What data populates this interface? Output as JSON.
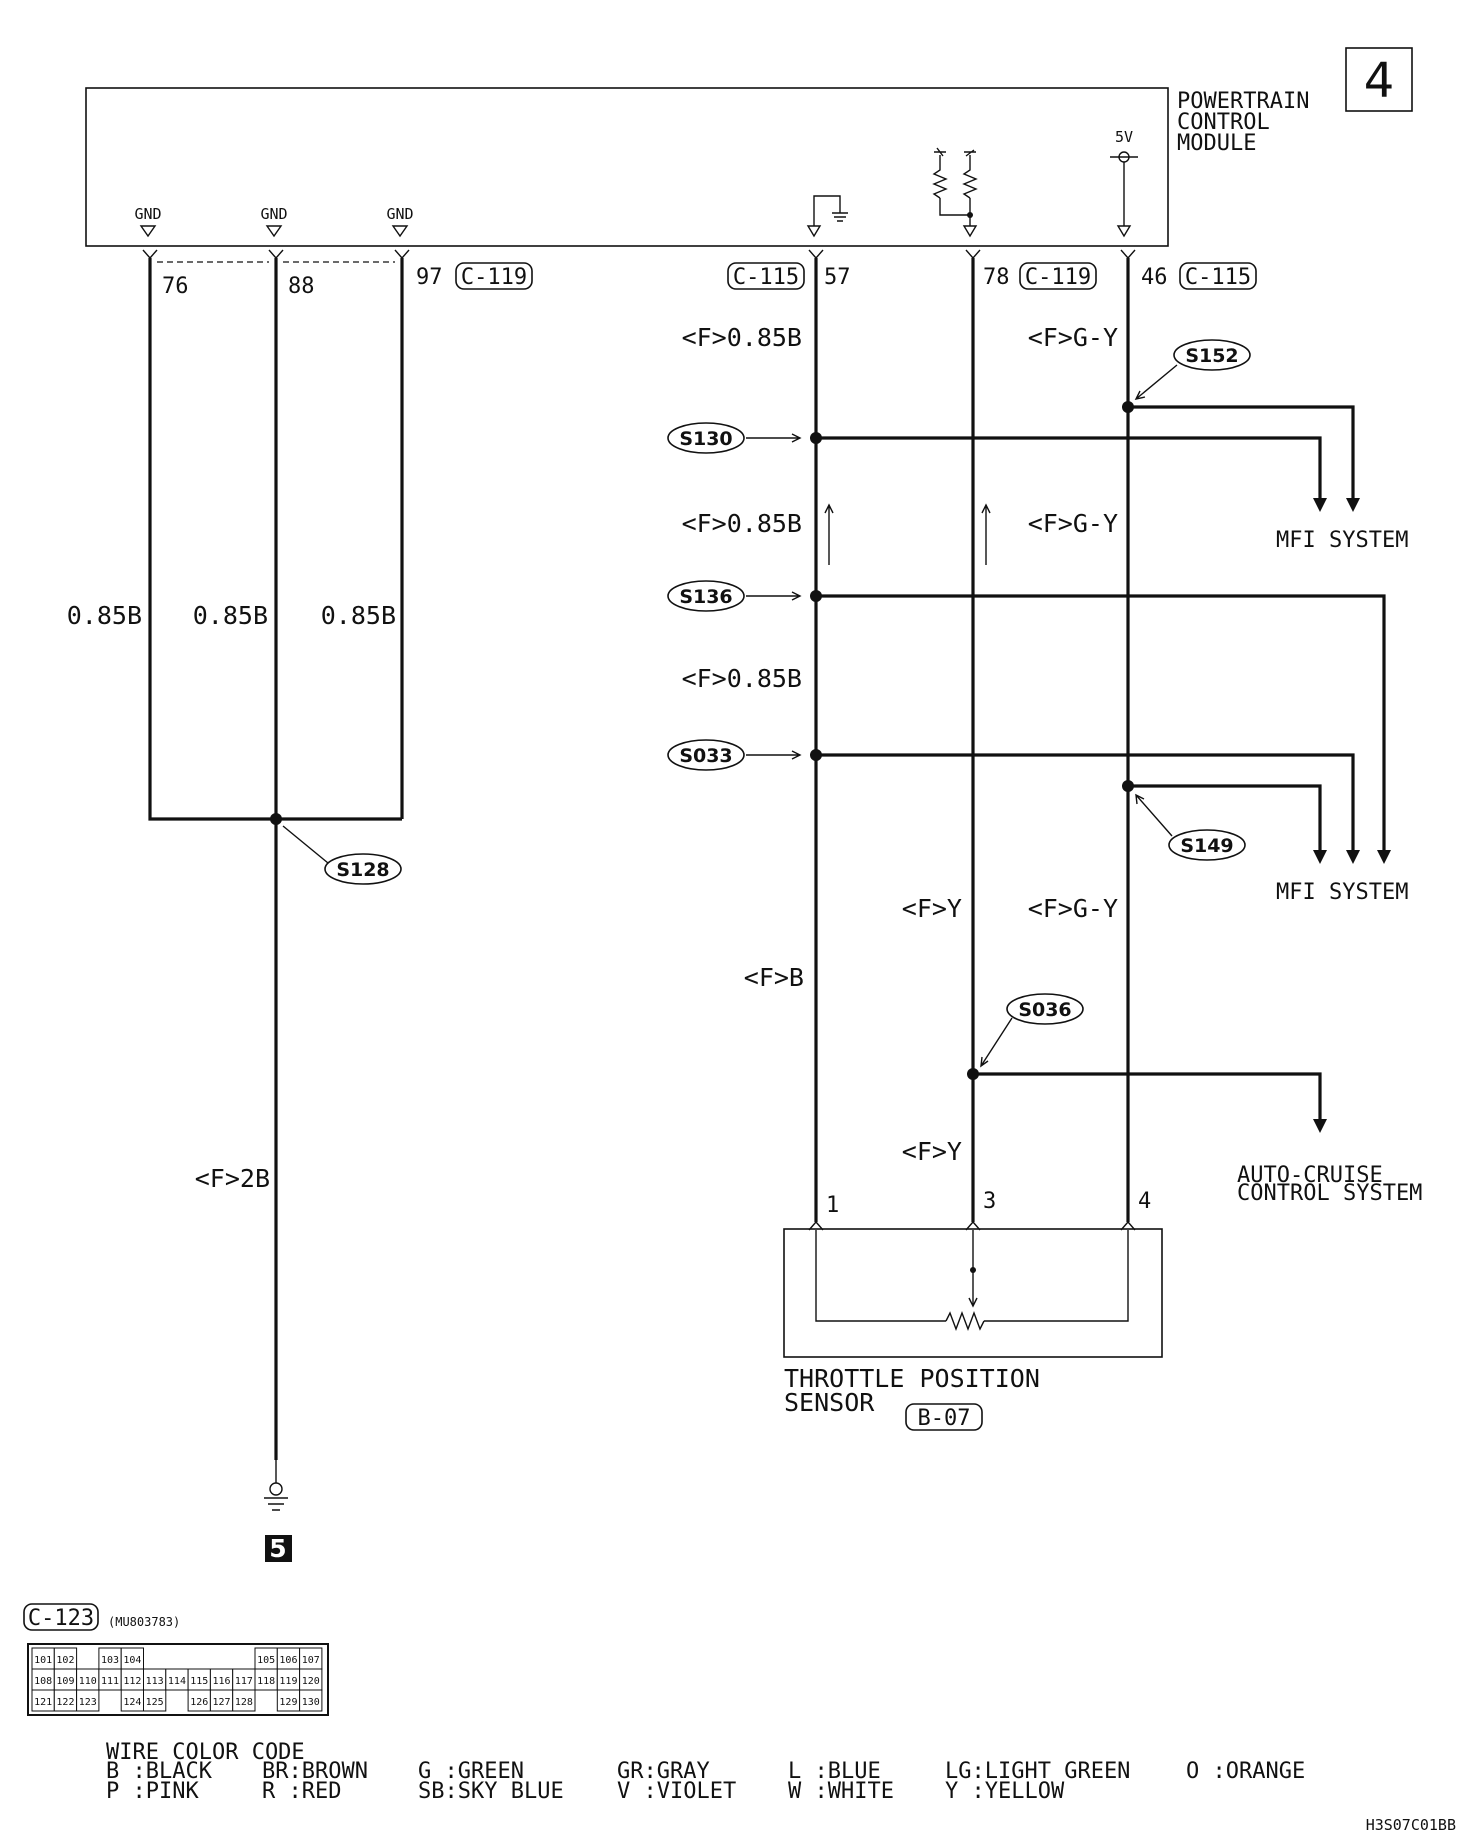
{
  "page_number": "4",
  "pcm": {
    "title_lines": [
      "POWERTRAIN",
      "CONTROL",
      "MODULE"
    ],
    "gnd_label": "GND",
    "vref_label": "5V"
  },
  "pins": {
    "p76": "76",
    "p88": "88",
    "p97": "97",
    "p57": "57",
    "p78": "78",
    "p46": "46",
    "s1": "1",
    "s3": "3",
    "s4": "4"
  },
  "connectors": {
    "c119_a": "C-119",
    "c115_a": "C-115",
    "c119_b": "C-119",
    "c115_b": "C-115",
    "b07": "B-07",
    "c123": "C-123",
    "c123_part": "(MU803783)"
  },
  "wire_labels": {
    "gnd1": "0.85B",
    "gnd2": "0.85B",
    "gnd3": "0.85B",
    "gnd_main": "<F>2B",
    "w57_a": "<F>0.85B",
    "w57_b": "<F>0.85B",
    "w57_c": "<F>0.85B",
    "w57_d": "<F>B",
    "w46_a": "<F>G-Y",
    "w46_b": "<F>G-Y",
    "w46_c": "<F>G-Y",
    "w78_a": "<F>Y",
    "w78_b": "<F>Y"
  },
  "splices": {
    "s130": "S130",
    "s136": "S136",
    "s033": "S033",
    "s152": "S152",
    "s149": "S149",
    "s128": "S128",
    "s036": "S036"
  },
  "systems": {
    "mfi_1": "MFI SYSTEM",
    "mfi_2": "MFI SYSTEM",
    "cruise_1": "AUTO-CRUISE",
    "cruise_2": "CONTROL SYSTEM"
  },
  "sensor": {
    "line1": "THROTTLE POSITION",
    "line2": "SENSOR"
  },
  "ground_ref": "5",
  "connector_grid": {
    "row1": [
      "101",
      "102",
      "",
      "103",
      "104",
      "",
      "",
      "",
      "",
      "",
      "105",
      "106",
      "107"
    ],
    "row2": [
      "108",
      "109",
      "110",
      "111",
      "112",
      "113",
      "114",
      "115",
      "116",
      "117",
      "118",
      "119",
      "120"
    ],
    "row3": [
      "121",
      "122",
      "123",
      "",
      "124",
      "125",
      "",
      "126",
      "127",
      "128",
      "",
      "129",
      "130"
    ]
  },
  "color_code": {
    "title": "WIRE COLOR CODE",
    "row1": [
      "B :BLACK",
      "BR:BROWN",
      "G :GREEN",
      "GR:GRAY",
      "L :BLUE",
      "LG:LIGHT GREEN",
      "O :ORANGE"
    ],
    "row2": [
      "P :PINK",
      "R :RED",
      "SB:SKY BLUE",
      "V :VIOLET",
      "W :WHITE",
      "Y :YELLOW"
    ]
  },
  "figure_code": "H3S07C01BB"
}
